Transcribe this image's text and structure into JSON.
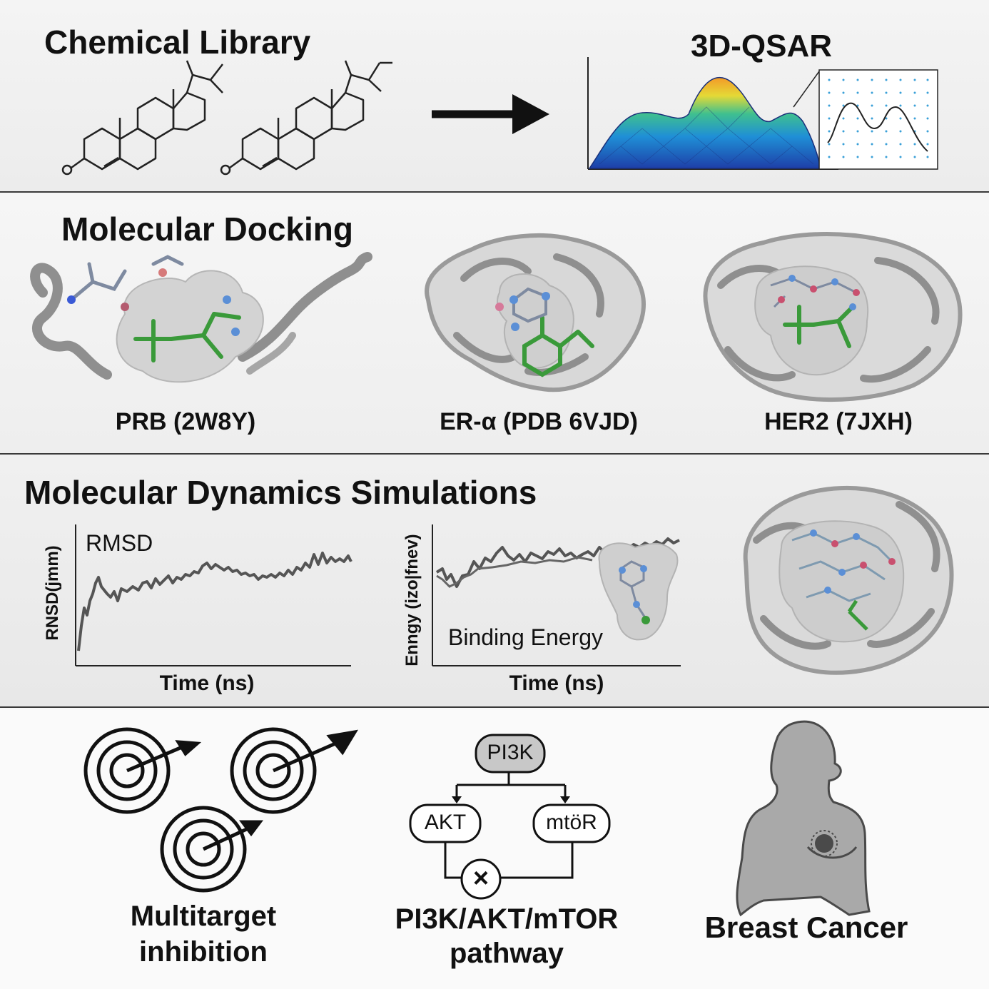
{
  "chemical_library": {
    "title": "Chemical Library"
  },
  "qsar": {
    "title": "3D-QSAR"
  },
  "docking": {
    "title": "Molecular Docking",
    "targets": [
      "PRB (2W8Y)",
      "ER-α (PDB 6VJD)",
      "HER2 (7JXH)"
    ]
  },
  "md": {
    "title": "Molecular Dynamics Simulations",
    "rmsd_plot": {
      "inner_label": "RMSD",
      "ylabel": "RNSD(jmm)",
      "xlabel": "Time (ns)"
    },
    "energy_plot": {
      "inner_label": "Binding Energy",
      "ylabel": "Enngy (izo|fnev)",
      "xlabel": "Time (ns)"
    }
  },
  "outcomes": {
    "multitarget": {
      "line1": "Multitarget",
      "line2": "inhibition"
    },
    "pathway": {
      "nodes": {
        "top": "PI3K",
        "left": "AKT",
        "right": "mtöR"
      },
      "inhibit_symbol": "×",
      "line1": "PI3K/AKT/mTOR",
      "line2": "pathway"
    },
    "disease": "Breast Cancer"
  },
  "colors": {
    "ligand": "#3a9a3a",
    "protein": "#9a9a9a",
    "surface": "#d4d4d4",
    "nitrogen": "#5b8fd6",
    "oxygen": "#c9506f",
    "arrow": "#111111"
  }
}
